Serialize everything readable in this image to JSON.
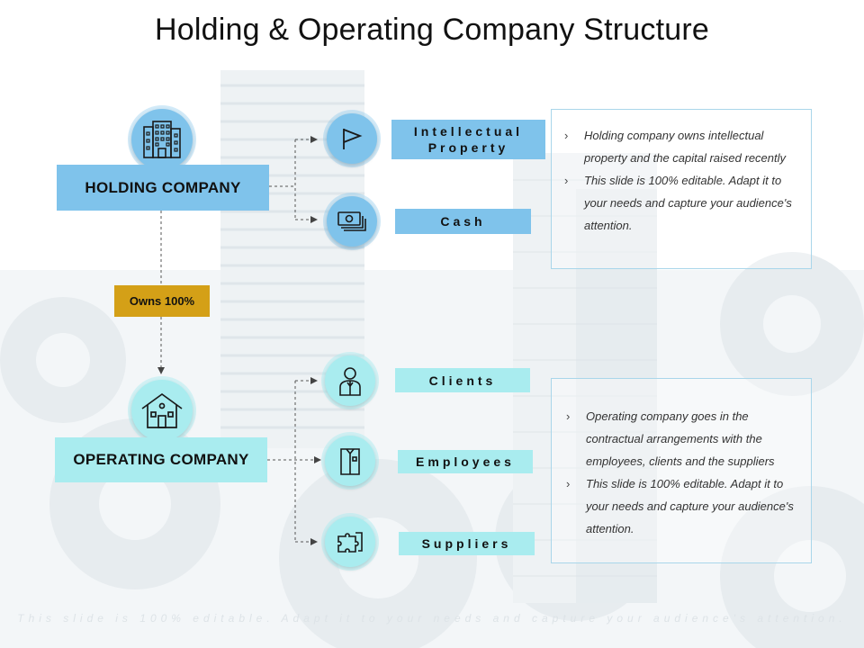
{
  "title": "Holding & Operating Company Structure",
  "holding": {
    "label": "HOLDING COMPANY",
    "icon": "office-building-icon",
    "items": [
      {
        "label": "Intellectual Property",
        "icon": "flag-icon"
      },
      {
        "label": "Cash",
        "icon": "cash-icon"
      }
    ],
    "notes": [
      "Holding company owns intellectual property and the capital raised recently",
      "This slide is 100% editable. Adapt it to your needs and capture your audience's attention."
    ]
  },
  "ownership": "Owns 100%",
  "operating": {
    "label": "OPERATING COMPANY",
    "icon": "house-icon",
    "items": [
      {
        "label": "Clients",
        "icon": "person-icon"
      },
      {
        "label": "Employees",
        "icon": "uniform-shirt-icon"
      },
      {
        "label": "Suppliers",
        "icon": "puzzle-piece-icon"
      }
    ],
    "notes": [
      "Operating company goes in the contractual arrangements with the employees, clients and the suppliers",
      "This slide is 100% editable. Adapt it to your needs and capture your audience's attention."
    ]
  },
  "bullet_glyph": "›",
  "footer": "This slide is 100% editable. Adapt it to your needs and capture your audience's attention.",
  "colors": {
    "holding_blue": "#7fc3eb",
    "operating_cyan": "#a9ecef",
    "ownership_gold": "#d4a017",
    "note_border": "#a9d6ea"
  }
}
